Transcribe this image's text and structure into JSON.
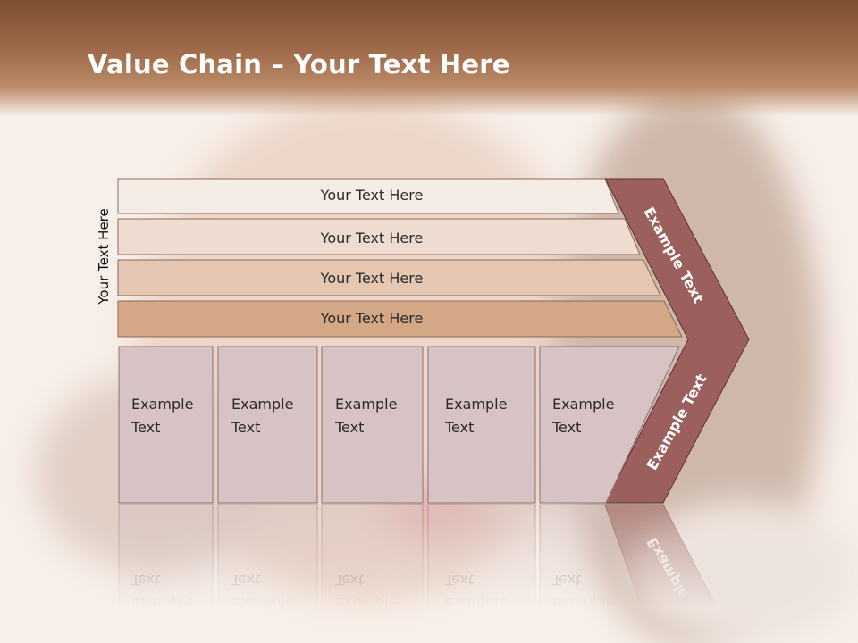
{
  "slide": {
    "title_bold": "Value Chain",
    "title_rest": " – Your Text Here",
    "side_label": "Your Text Here"
  },
  "rows": [
    {
      "label": "Your Text Here",
      "fill": "#f6ece6"
    },
    {
      "label": "Your Text Here",
      "fill": "#efdcd0"
    },
    {
      "label": "Your Text Here",
      "fill": "#e4c6b2"
    },
    {
      "label": "Your Text Here",
      "fill": "#d4a787"
    }
  ],
  "columns": [
    {
      "line1": "Example",
      "line2": "Text"
    },
    {
      "line1": "Example",
      "line2": "Text"
    },
    {
      "line1": "Example",
      "line2": "Text"
    },
    {
      "line1": "Example",
      "line2": "Text"
    },
    {
      "line1": "Example",
      "line2": "Text"
    }
  ],
  "arrow": {
    "top_label": "Example Text",
    "bottom_label": "Example Text",
    "color": "#9b5f5e"
  },
  "colors": {
    "column_fill": "#d7c3c3",
    "title_bar": "#8a5838"
  }
}
